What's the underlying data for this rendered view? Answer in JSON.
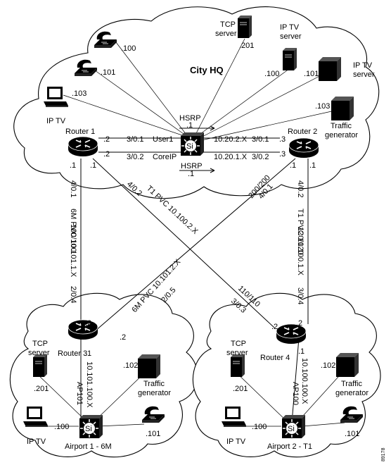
{
  "hq": {
    "title": "City HQ",
    "tcp_server": {
      "name1": "TCP",
      "name2": "server",
      "ip": ".201"
    },
    "iptv_server": {
      "name1": "IP TV",
      "name2": "server",
      "ip": ".100"
    },
    "iptv_server2": {
      "name1": "IP TV",
      "name2": "server",
      "ip": ".101"
    },
    "traffic_gen": {
      "name1": "Traffic",
      "name2": "generator",
      "ip": ".103"
    },
    "phone1_ip": ".100",
    "phone2_ip": ".101",
    "iptv_client": {
      "name": "IP TV",
      "ip": ".103"
    },
    "hsrp_top": {
      "label": "HSRP",
      "ip": ".1"
    },
    "hsrp_bottom": {
      "label": "HSRP",
      "ip": ".1"
    },
    "switch_glyph": "Si",
    "router1": {
      "name": "Router 1",
      "ip_user": ".2",
      "ip_core": ".2",
      "ip_left": ".1",
      "ip_right": ".1",
      "port_down": "4/0.1",
      "port_diag": "4/0.2"
    },
    "router2": {
      "name": "Router 2",
      "ip_user": ".3",
      "ip_core": ".3",
      "ip_left": ".1",
      "ip_right": ".1",
      "port_diag": "4/0.1",
      "port_down": "4/0.2"
    },
    "link_user": {
      "port_left": "3/0.1",
      "name": "User1",
      "subnet": "10.20.2.X",
      "port_right": "3/0.1"
    },
    "link_core": {
      "port_left": "3/0.2",
      "name": "CoreIP",
      "subnet": "10.20.1.X",
      "port_right": "3/0.2"
    }
  },
  "wan": {
    "pvc_r1_r3": {
      "rate": "100/100",
      "name": "6M PVC 10.101.1.X"
    },
    "pvc_r1_r4": {
      "name": "T1 PVC 10.100.2.X",
      "rate": "110/110"
    },
    "pvc_r2_r3": {
      "rate": "200/200",
      "name": "6M PVC 10.101.2.X"
    },
    "pvc_r2_r4": {
      "rate": "120/120",
      "name": "T1 PVC 10.100.1.X"
    },
    "port_r3_a": "2/0.4",
    "port_r3_b": "2/0.5",
    "port_r4_a": "3/0.3",
    "port_r4_b": "3/0.4"
  },
  "airport1": {
    "name": "Airport 1 - 6M",
    "router": {
      "name": "Router 3",
      "ip_top": ".2",
      "ip_right": ".2",
      "ip_bottom": ".1"
    },
    "vlan_name": "AP101",
    "vlan_subnet": "10.101.100.X",
    "tcp_server": {
      "name1": "TCP",
      "name2": "server",
      "ip": ".201"
    },
    "traffic_gen": {
      "name1": "Traffic",
      "name2": "generator",
      "ip": ".102"
    },
    "iptv": {
      "name": "IP TV",
      "ip": ".100"
    },
    "phone_ip": ".101"
  },
  "airport2": {
    "name": "Airport  2 - T1",
    "router": {
      "name": "Router 4",
      "ip_top": ".2",
      "ip_left": ".2",
      "ip_bottom": ".1"
    },
    "vlan_name": "AP100",
    "vlan_subnet": "10.100.100.X",
    "tcp_server": {
      "name1": "TCP",
      "name2": "server",
      "ip": ".201"
    },
    "traffic_gen": {
      "name1": "Traffic",
      "name2": "generator",
      "ip": ".102"
    },
    "iptv": {
      "name": "IP TV",
      "ip": ".100"
    },
    "phone_ip": ".101"
  },
  "figure_id": "89178"
}
